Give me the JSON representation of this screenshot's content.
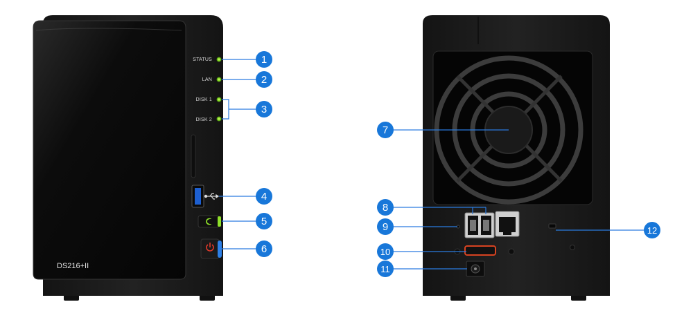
{
  "front": {
    "model": "DS216+II",
    "indicators": [
      "STATUS",
      "LAN",
      "DISK 1",
      "DISK 2"
    ]
  },
  "callouts": [
    "1",
    "2",
    "3",
    "4",
    "5",
    "6",
    "7",
    "8",
    "9",
    "10",
    "11",
    "12"
  ],
  "colors": {
    "badge": "#1877d9",
    "led": "#8fe02a",
    "power_button_accent": "#2d7fe6",
    "chassis": "#1a1a1a"
  }
}
